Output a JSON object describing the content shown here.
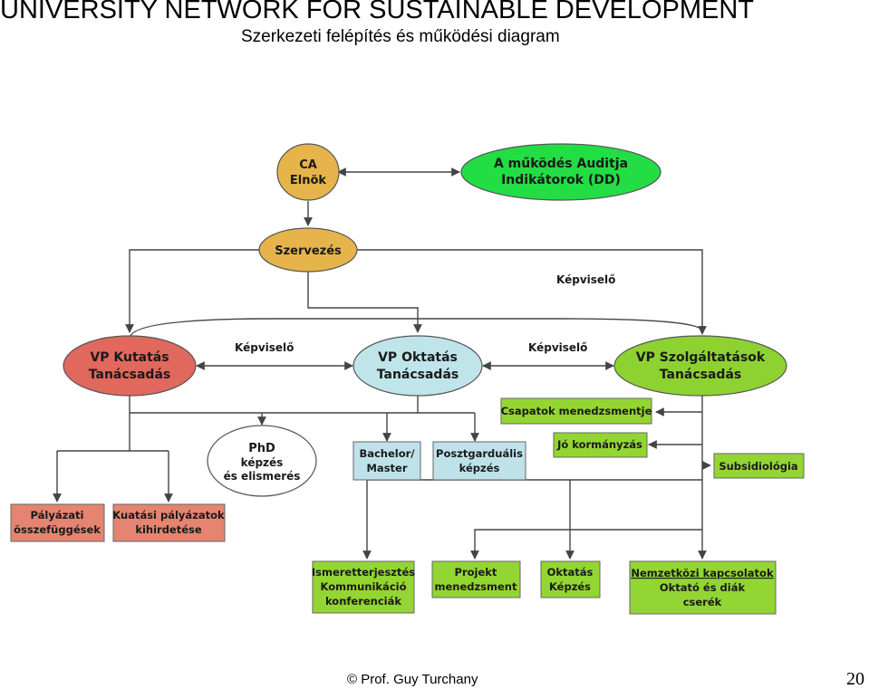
{
  "header": {
    "title": "UNIVERSITY NETWORK FOR  SUSTAINABLE DEVELOPMENT",
    "subtitle": "Szerkezeti felépítés és működési diagram"
  },
  "footer": {
    "author": "© Prof. Guy Turchany",
    "page": "20"
  },
  "diagram": {
    "nodes": {
      "ca": [
        "CA",
        "Elnök"
      ],
      "audit": [
        "A működés Auditja",
        "Indikátorok (DD)"
      ],
      "szervezes": [
        "Szervezés"
      ],
      "vp_kutatas": [
        "VP Kutatás",
        "Tanácsadás"
      ],
      "vp_oktatas": [
        "VP Oktatás",
        "Tanácsadás"
      ],
      "vp_szolg": [
        "VP Szolgáltatások",
        "Tanácsadás"
      ],
      "phd": [
        "PhD",
        "képzés",
        "és elismerés"
      ],
      "bachelor": [
        "Bachelor/",
        "Master"
      ],
      "posztgrad": [
        "Posztgarduális",
        "képzés"
      ],
      "csapatok": [
        "Csapatok menedzsmentje"
      ],
      "jo_kormanyzas": [
        "Jó kormányzás"
      ],
      "subsidiologia": [
        "Subsidiológia"
      ],
      "palyazati": [
        "Pályázati",
        "összefüggések"
      ],
      "kutatasi": [
        "Kuatási pályázatok",
        "kihirdetése"
      ],
      "ismeret": [
        "Ismeretterjesztés",
        "Kommunikáció",
        "konferenciák"
      ],
      "projekt": [
        "Projekt",
        "menedzsment"
      ],
      "oktatas_kepzes": [
        "Oktatás",
        "Képzés"
      ],
      "nemzetkozi": [
        "Nemzetközi kapcsolatok",
        "Oktató és diák",
        "cserék"
      ]
    },
    "edge_labels": {
      "kepviselo_top": "Képviselő",
      "kepviselo_left": "Képviselő",
      "kepviselo_right": "Képviselő"
    },
    "colors": {
      "ca_fill": "#e6b44a",
      "audit_fill": "#22dd44",
      "szervezes_fill": "#e6b44a",
      "vp_kutatas_fill": "#e1685c",
      "vp_oktatas_fill": "#bfe5ea",
      "vp_szolg_fill": "#8ed232",
      "phd_fill": "#ffffff",
      "blue_box_fill": "#bfe2ea",
      "red_box_fill": "#e58470",
      "green_box_fill": "#93d532",
      "line": "#444444"
    }
  }
}
